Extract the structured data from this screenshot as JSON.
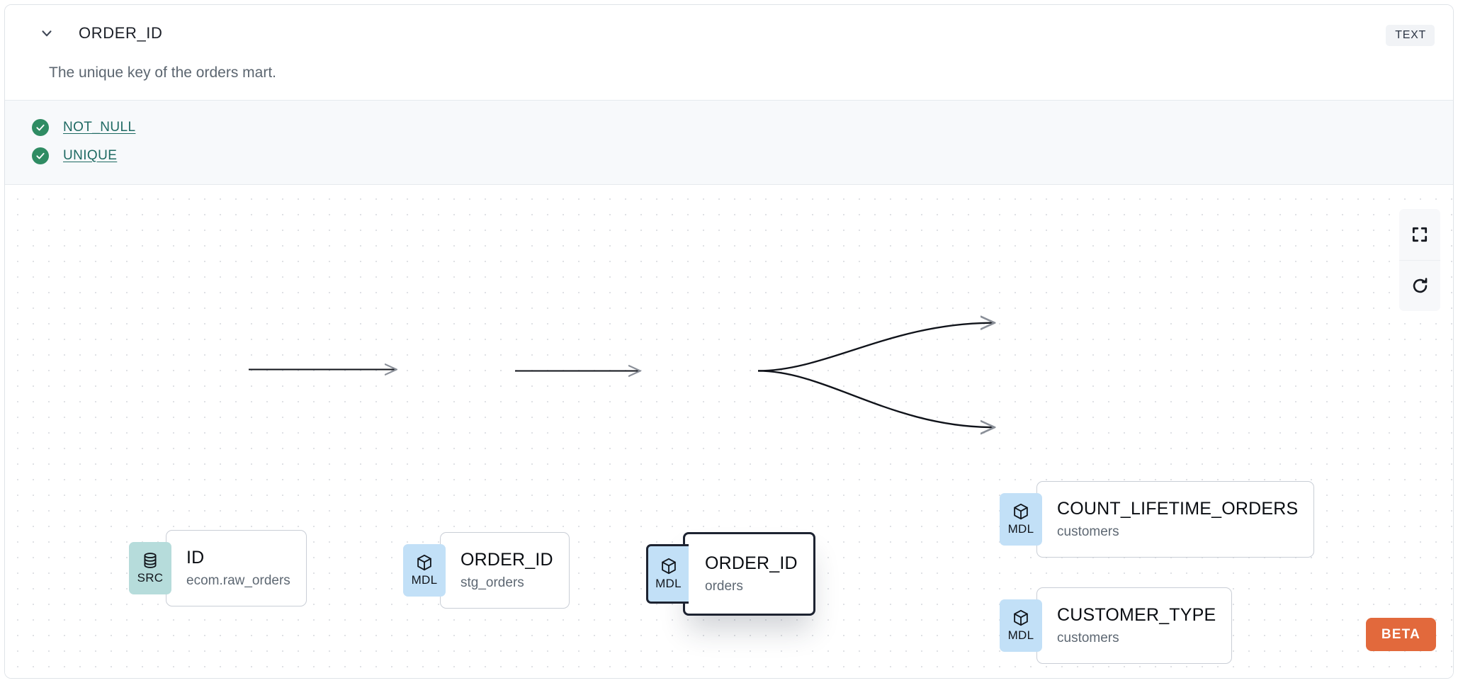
{
  "header": {
    "chevron_icon": "chevron-down-icon",
    "column_name": "ORDER_ID",
    "type_badge": "TEXT",
    "description": "The unique key of the orders mart."
  },
  "tests": [
    {
      "icon": "check-circle-icon",
      "label": "NOT_NULL",
      "status": "passed"
    },
    {
      "icon": "check-circle-icon",
      "label": "UNIQUE",
      "status": "passed"
    }
  ],
  "lineage": {
    "nodes": [
      {
        "id": "src",
        "badge": "SRC",
        "badge_icon": "database-icon",
        "name": "ID",
        "sub": "ecom.raw_orders",
        "selected": false
      },
      {
        "id": "stg",
        "badge": "MDL",
        "badge_icon": "cube-icon",
        "name": "ORDER_ID",
        "sub": "stg_orders",
        "selected": false
      },
      {
        "id": "ord",
        "badge": "MDL",
        "badge_icon": "cube-icon",
        "name": "ORDER_ID",
        "sub": "orders",
        "selected": true
      },
      {
        "id": "cnt",
        "badge": "MDL",
        "badge_icon": "cube-icon",
        "name": "COUNT_LIFETIME_ORDERS",
        "sub": "customers",
        "selected": false
      },
      {
        "id": "cust",
        "badge": "MDL",
        "badge_icon": "cube-icon",
        "name": "CUSTOMER_TYPE",
        "sub": "customers",
        "selected": false
      }
    ],
    "edges": [
      {
        "from": "src",
        "to": "stg"
      },
      {
        "from": "stg",
        "to": "ord"
      },
      {
        "from": "ord",
        "to": "cnt"
      },
      {
        "from": "ord",
        "to": "cust"
      }
    ]
  },
  "controls": [
    {
      "name": "fit-view-button",
      "icon": "fullscreen-icon"
    },
    {
      "name": "refresh-button",
      "icon": "refresh-icon"
    }
  ],
  "beta_badge": "BETA",
  "colors": {
    "src_badge": "#b6dcdb",
    "mdl_badge": "#c2e0f7",
    "beta": "#e2693c",
    "test_pass": "#2f8c63",
    "test_link": "#1f6a63",
    "selected_border": "#1d2331"
  }
}
